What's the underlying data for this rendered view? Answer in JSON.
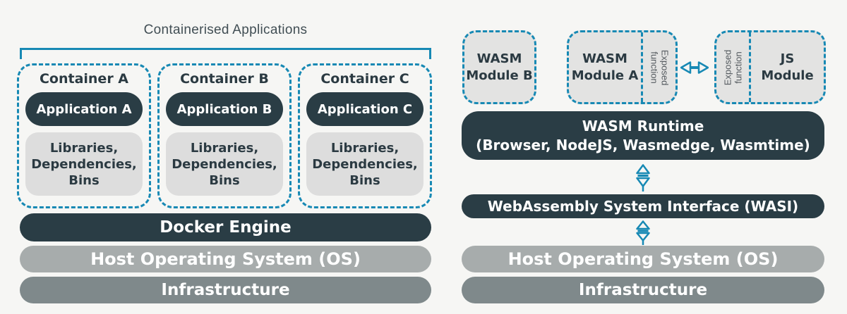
{
  "colors": {
    "teal": "#1789b4",
    "dark_slate": "#2a3d45",
    "host_os_gray": "#a7acac",
    "infrastructure_gray": "#7f898b",
    "module_fill": "#e3e3e2",
    "libraries_fill": "#dddddd"
  },
  "left": {
    "title": "Containerised Applications",
    "containers": [
      {
        "title": "Container A",
        "app": "Application A",
        "libs": "Libraries,\nDependencies,\nBins"
      },
      {
        "title": "Container B",
        "app": "Application B",
        "libs": "Libraries,\nDependencies,\nBins"
      },
      {
        "title": "Container C",
        "app": "Application C",
        "libs": "Libraries,\nDependencies,\nBins"
      }
    ],
    "bars": [
      {
        "label": "Docker Engine"
      },
      {
        "label": "Host Operating System (OS)"
      },
      {
        "label": "Infrastructure"
      }
    ]
  },
  "right": {
    "module_b": {
      "label": "WASM\nModule B"
    },
    "module_a": {
      "label": "WASM\nModule A",
      "exposed": "Exposed\nfunction"
    },
    "js_module": {
      "label": "JS\nModule",
      "exposed": "Exposed\nfunction"
    },
    "runtime": {
      "line1": "WASM Runtime",
      "line2": "(Browser, NodeJS, Wasmedge, Wasmtime)"
    },
    "wasi": {
      "label": "WebAssembly System Interface (WASI)"
    },
    "bars": [
      {
        "label": "Host Operating System (OS)"
      },
      {
        "label": "Infrastructure"
      }
    ]
  }
}
